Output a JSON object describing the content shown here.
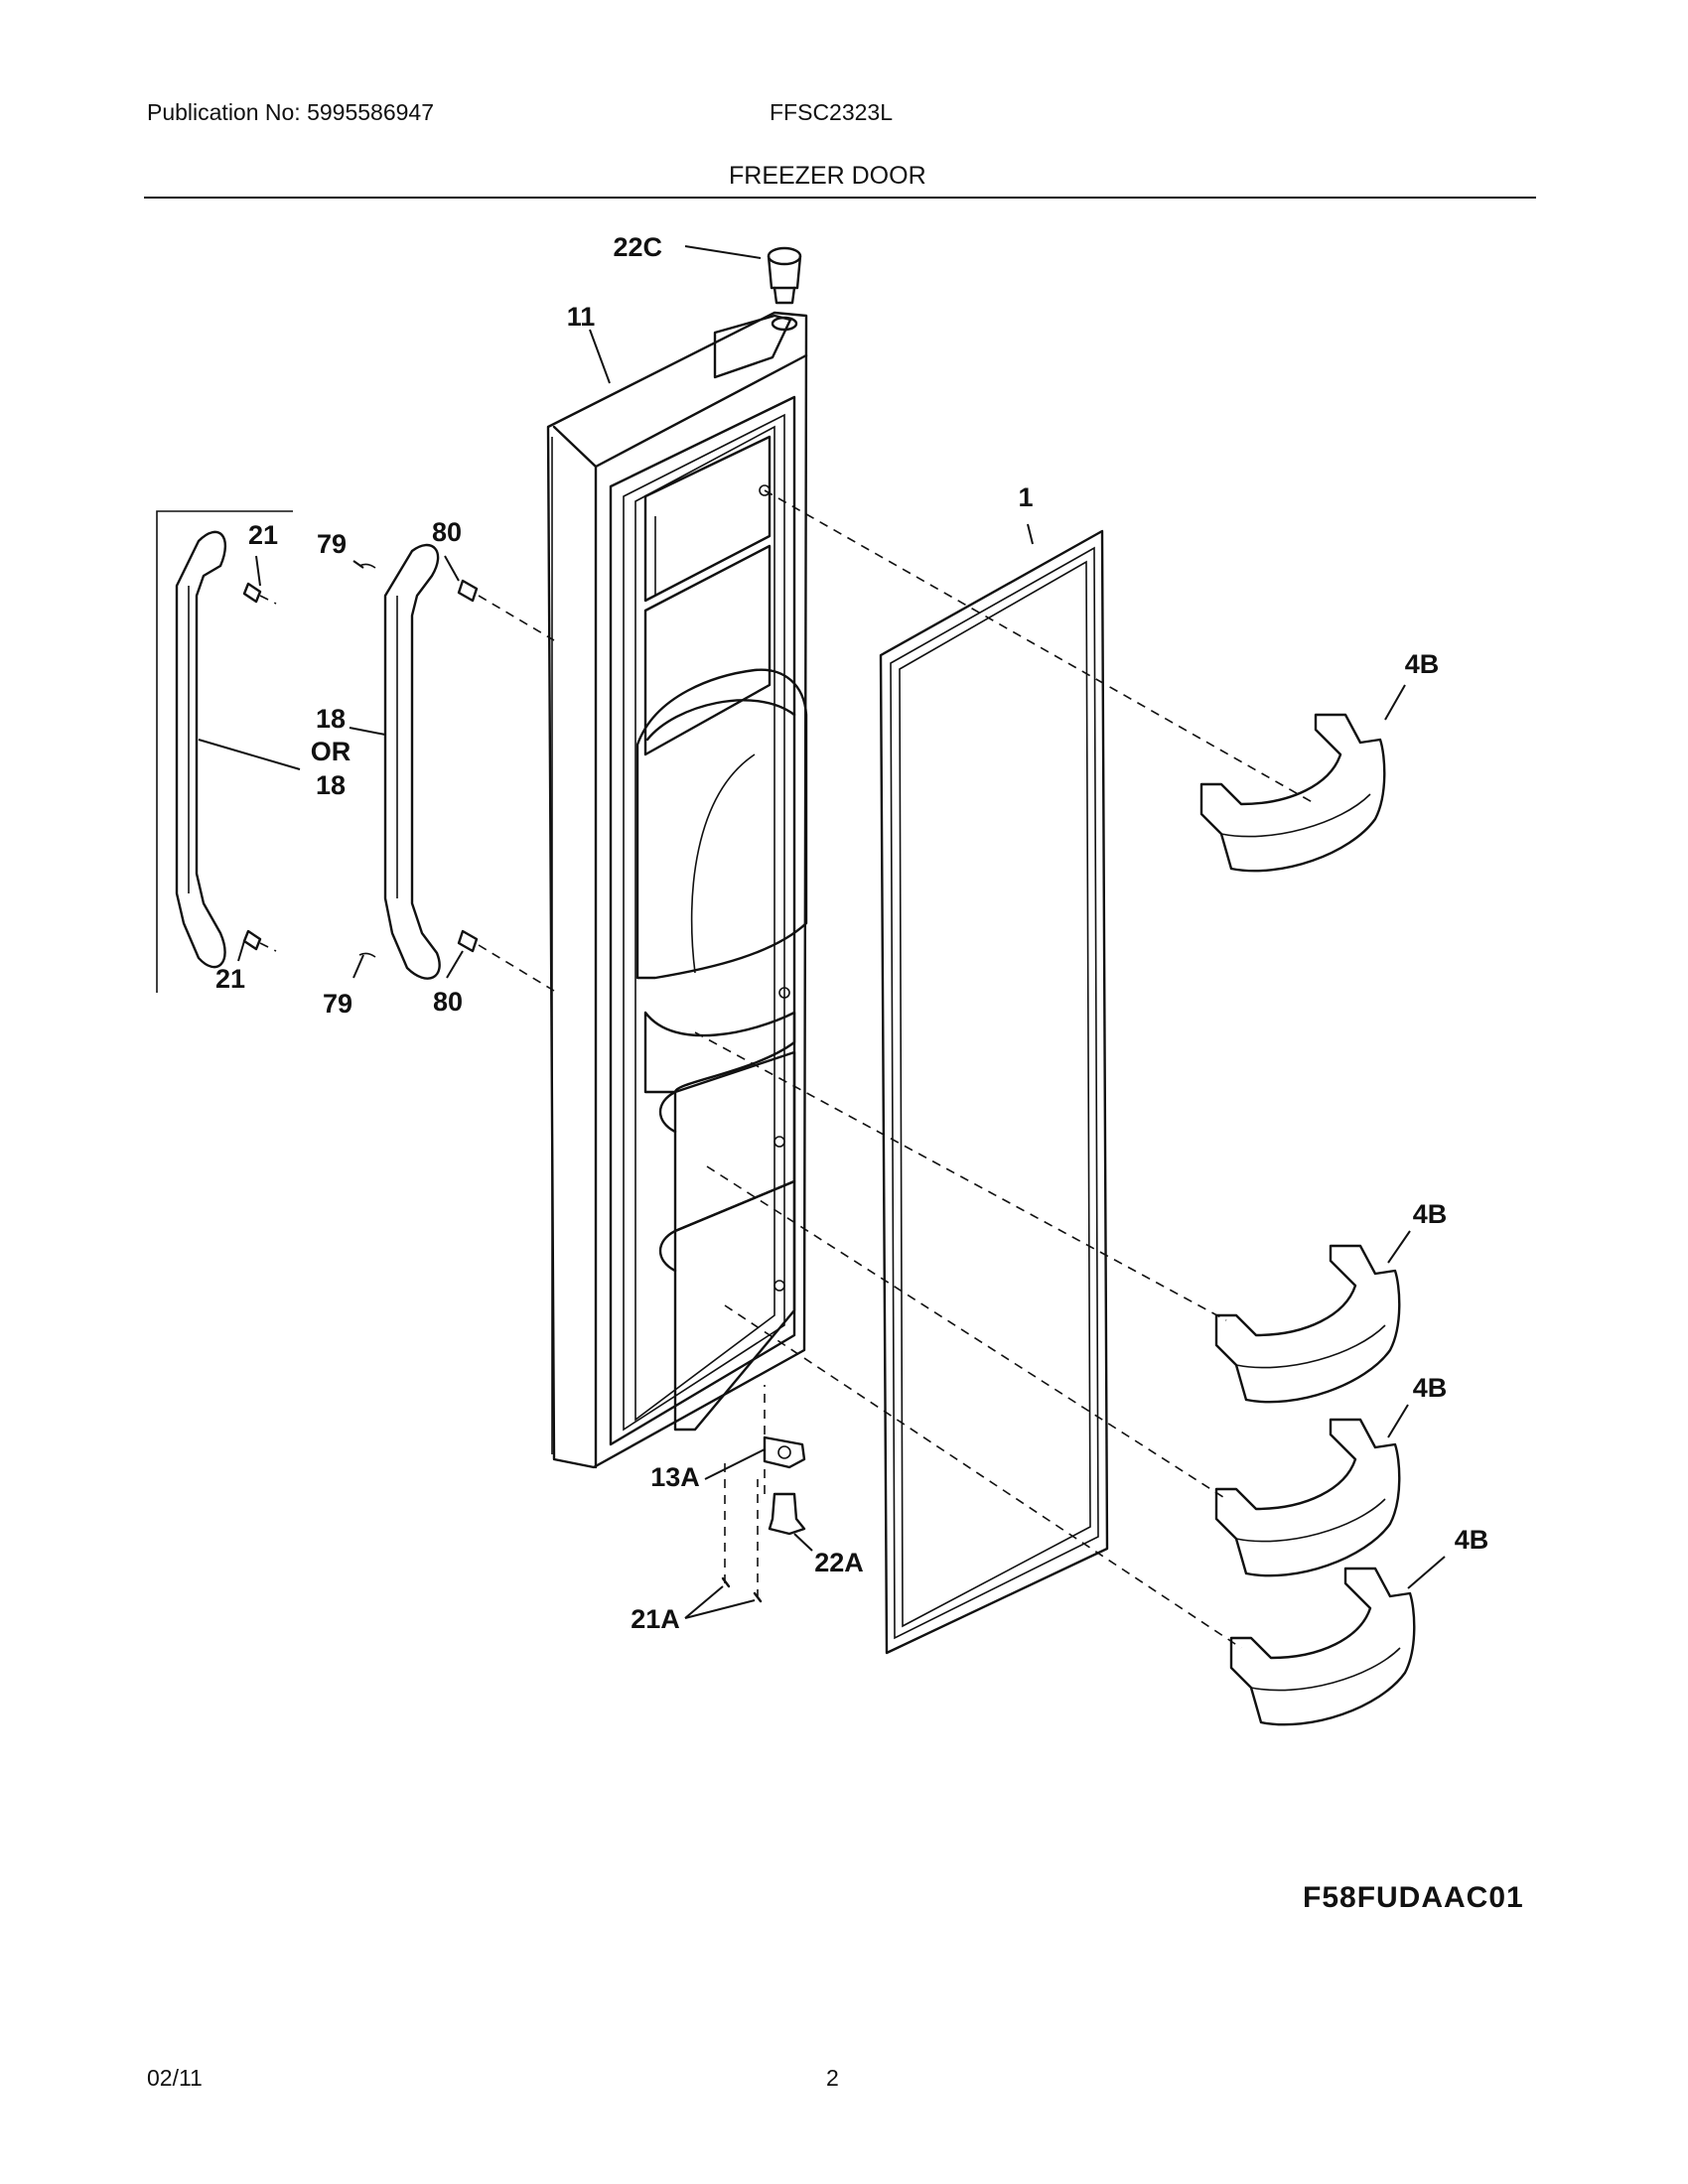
{
  "header": {
    "publication": "Publication No: 5995586947",
    "model": "FFSC2323L",
    "section_title": "FREEZER DOOR"
  },
  "callouts": {
    "c22C": "22C",
    "c11": "11",
    "c1": "1",
    "c21_top": "21",
    "c79_top": "79",
    "c80_top": "80",
    "c18": "18",
    "c18_or": "OR",
    "c18_alt": "18",
    "c21_bot": "21",
    "c79_bot": "79",
    "c80_bot": "80",
    "c4B_1": "4B",
    "c4B_2": "4B",
    "c4B_3": "4B",
    "c4B_4": "4B",
    "c13A": "13A",
    "c22A": "22A",
    "c21A": "21A"
  },
  "figure_code": "F58FUDAAC01",
  "footer": {
    "date": "02/11",
    "page": "2"
  }
}
